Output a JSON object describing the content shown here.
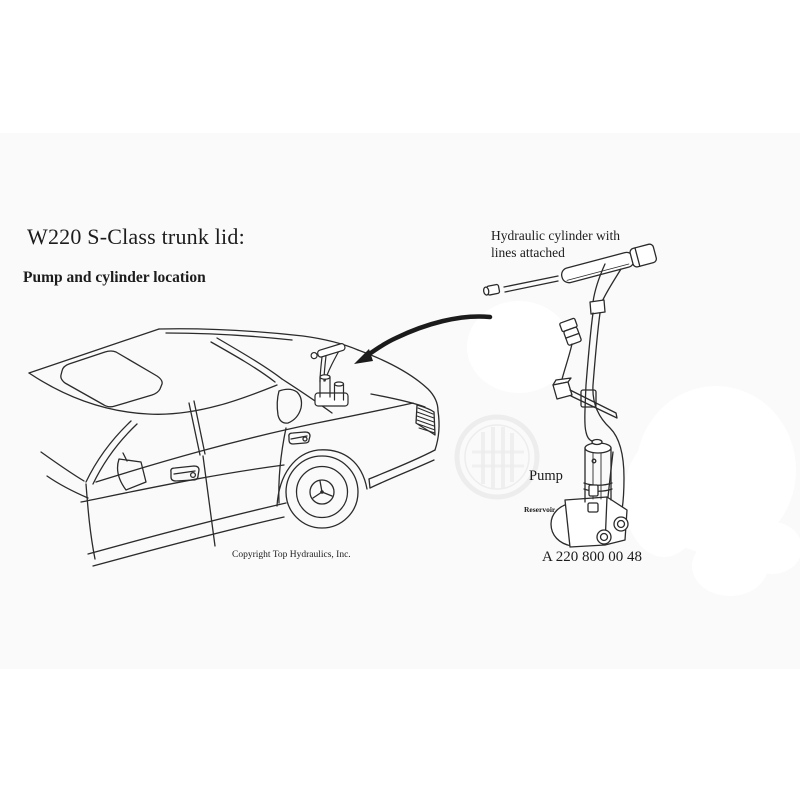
{
  "header": {
    "title": "W220 S-Class trunk lid:",
    "subtitle": "Pump and cylinder location"
  },
  "callouts": {
    "cylinder_line1": "Hydraulic cylinder with",
    "cylinder_line2": "lines attached",
    "pump": "Pump",
    "reservoir": "Reservoir"
  },
  "footer": {
    "part_number": "A 220 800 00 48",
    "copyright": "Copyright Top Hydraulics, Inc."
  },
  "colors": {
    "ink": "#2b2b2b",
    "background": "#ffffff",
    "image_area": "#fafafa",
    "watermark": "#ededed"
  },
  "icons": {
    "wheel_emblem": "mercedes-star-icon",
    "pointer": "arrow-icon"
  }
}
